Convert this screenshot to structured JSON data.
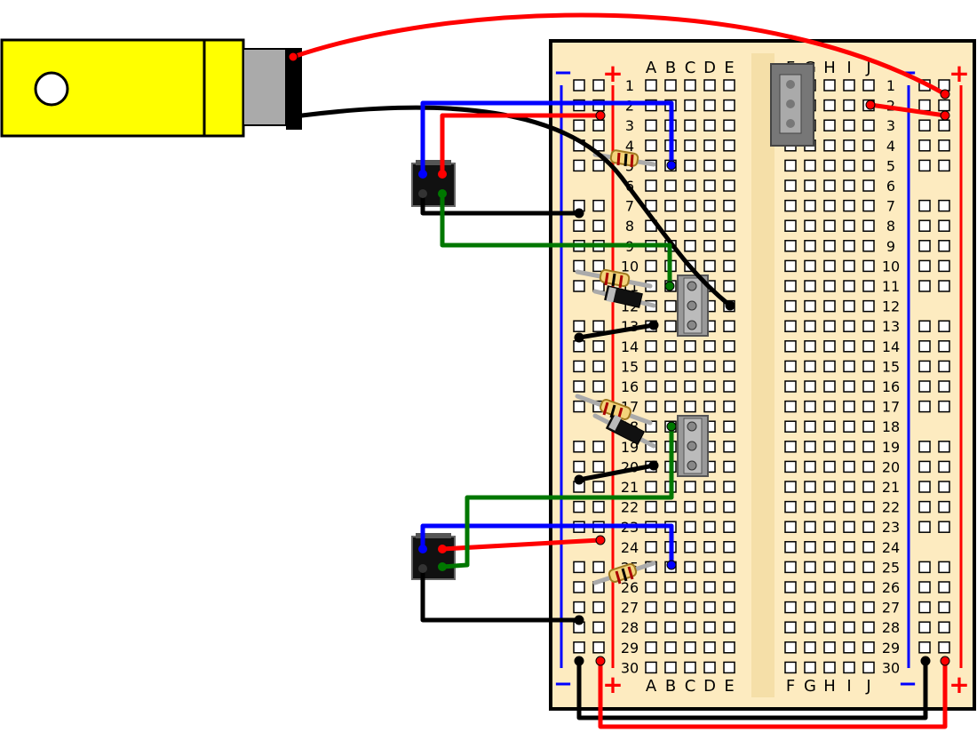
{
  "breadboard": {
    "rows": [
      "1",
      "2",
      "3",
      "4",
      "5",
      "6",
      "7",
      "8",
      "9",
      "10",
      "11",
      "12",
      "13",
      "14",
      "15",
      "16",
      "17",
      "18",
      "19",
      "20",
      "21",
      "22",
      "23",
      "24",
      "25",
      "26",
      "27",
      "28",
      "29",
      "30"
    ],
    "cols_left": [
      "A",
      "B",
      "C",
      "D",
      "E"
    ],
    "cols_right": [
      "F",
      "G",
      "H",
      "I",
      "J"
    ],
    "rail_minus": "−",
    "rail_plus": "+",
    "colors": {
      "board": "#fdebc0",
      "hole": "#ffffff",
      "rail_negative": "#0000ff",
      "rail_positive": "#ff0000",
      "wire_black": "#000000",
      "wire_red": "#ff0000",
      "wire_blue": "#0000ff",
      "wire_green": "#007700",
      "battery_body": "#ffff00",
      "cap": "#aaaaaa"
    }
  },
  "components": {
    "battery": "battery-pack",
    "sensors": [
      "sensor-module-top",
      "sensor-module-bottom"
    ],
    "regulator": "three-pin-header",
    "transistors": [
      "transistor-upper",
      "transistor-lower"
    ],
    "resistors": [
      "resistor-row-4",
      "resistor-row-10",
      "resistor-row-17",
      "resistor-row-25"
    ],
    "diodes": [
      "diode-row-11",
      "diode-row-18"
    ]
  }
}
